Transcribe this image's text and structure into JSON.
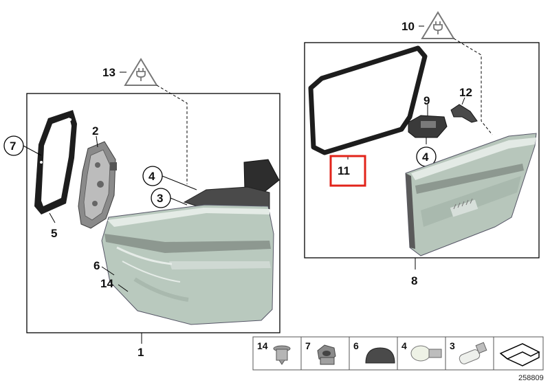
{
  "callouts": {
    "p1": "1",
    "p2": "2",
    "p3": "3",
    "p4a": "4",
    "p4b": "4",
    "p5": "5",
    "p6": "6",
    "p7": "7",
    "p8": "8",
    "p9": "9",
    "p10": "10",
    "p11": "11",
    "p12": "12",
    "p13": "13",
    "p14": "14"
  },
  "legend": {
    "items": [
      {
        "number": "14",
        "icon": "push-rivet-icon"
      },
      {
        "number": "7",
        "icon": "hex-nut-icon"
      },
      {
        "number": "6",
        "icon": "dome-cap-icon"
      },
      {
        "number": "4",
        "icon": "bulb-icon"
      },
      {
        "number": "3",
        "icon": "wedge-bulb-icon"
      },
      {
        "number": "",
        "icon": "assembly-direction-icon"
      }
    ]
  },
  "document_number": "258809",
  "colors": {
    "highlight": "#e2231a",
    "lens": "#b9c9be",
    "gasket": "#1d1d1d"
  }
}
